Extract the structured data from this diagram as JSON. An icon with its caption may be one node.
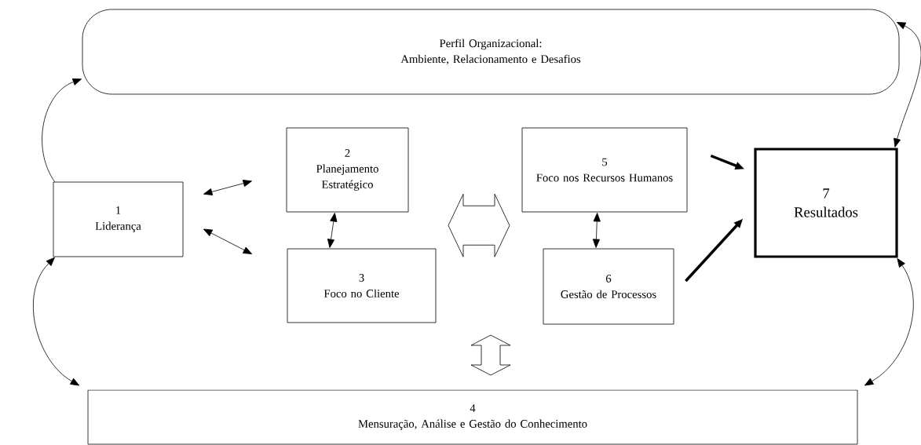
{
  "diagram": {
    "nodes": [
      {
        "text": [
          "Perfil Organizacional:",
          "Ambiente, Relacionamento e Desafios"
        ]
      },
      {
        "text": [
          "1",
          "Liderança"
        ]
      },
      {
        "text": [
          "2",
          "Planejamento Estratégico"
        ]
      },
      {
        "text": [
          "3",
          "Foco no Cliente"
        ]
      },
      {
        "text": [
          "4",
          "Mensuração, Análise e Gestão do Conhecimento"
        ]
      },
      {
        "text": [
          "5",
          "Foco nos Recursos Humanos"
        ]
      },
      {
        "text": [
          "6",
          "Gestão de Processos"
        ]
      },
      {
        "text": [
          "7",
          "Resultados"
        ]
      }
    ],
    "edges": [
      {
        "from": 1,
        "to": 0,
        "arrow": "to"
      },
      {
        "from": 1,
        "to": 2,
        "arrow": "both"
      },
      {
        "from": 1,
        "to": 3,
        "arrow": "both"
      },
      {
        "from": 2,
        "to": 3,
        "arrow": "both"
      },
      {
        "from": 5,
        "to": 6,
        "arrow": "both"
      },
      {
        "from": 5,
        "to": 7,
        "arrow": "to",
        "style": "thick"
      },
      {
        "from": 6,
        "to": 7,
        "arrow": "to",
        "style": "thick"
      },
      {
        "from": 7,
        "to": 0,
        "arrow": "both"
      },
      {
        "from": 1,
        "to": 4,
        "arrow": "both"
      },
      {
        "from": 7,
        "to": 4,
        "arrow": "both"
      },
      {
        "from": 3,
        "to": 5,
        "arrow": "both"
      }
    ]
  }
}
